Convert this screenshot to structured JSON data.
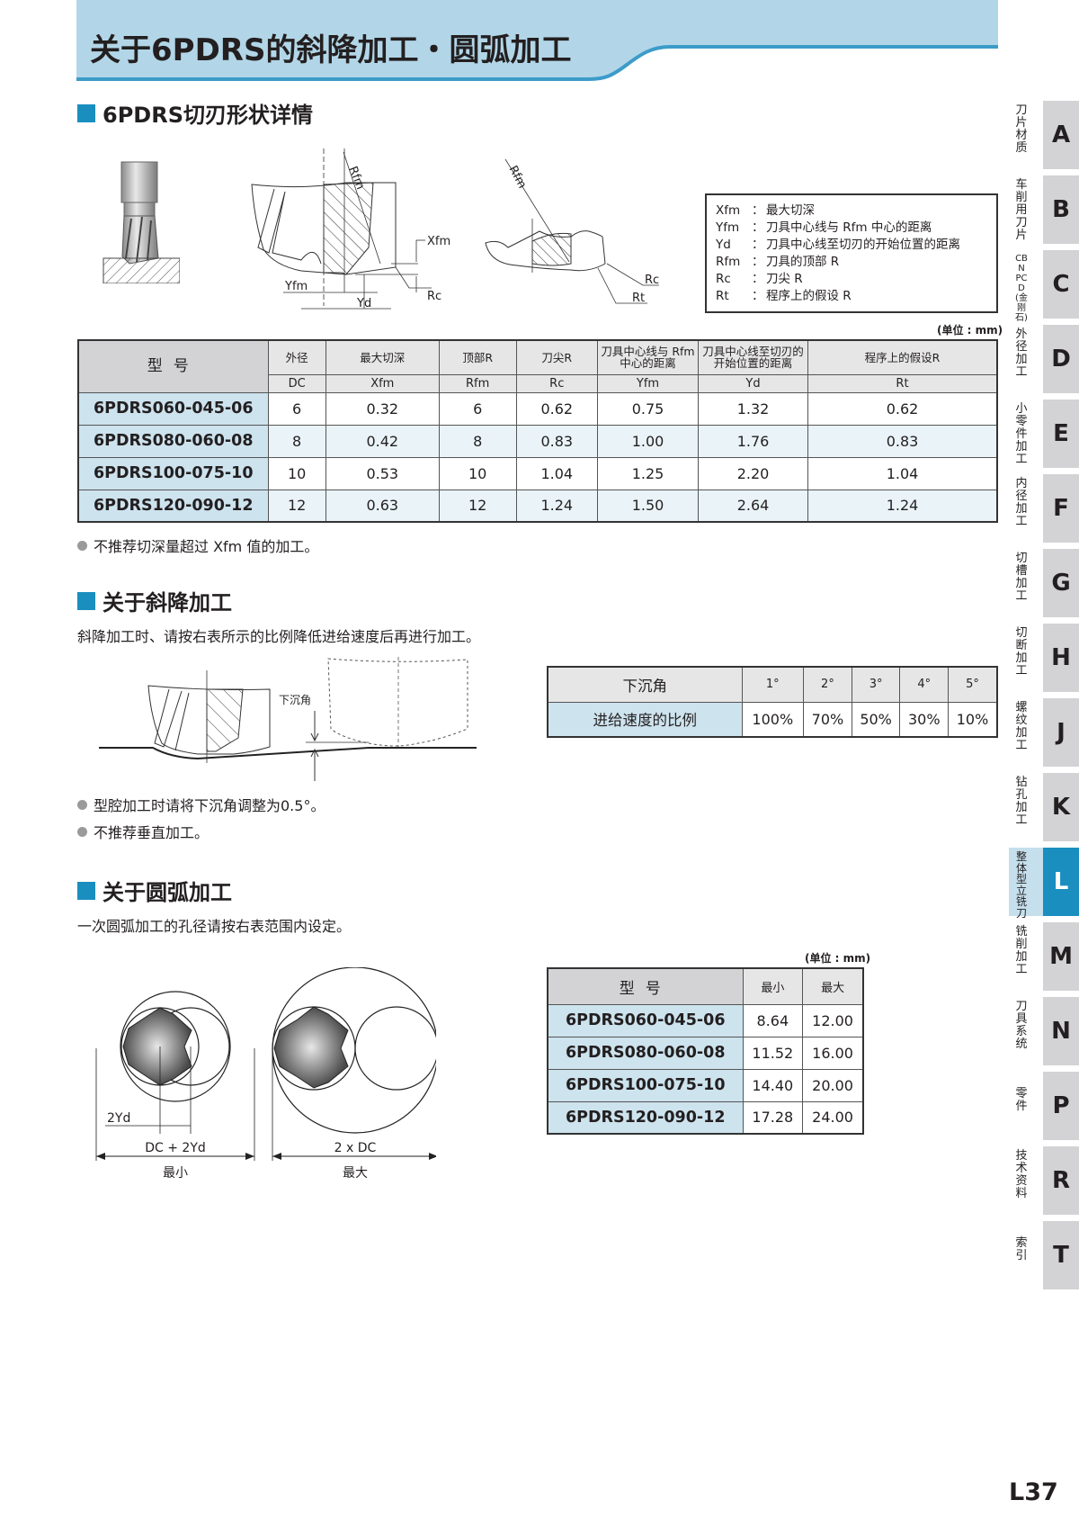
{
  "header": {
    "title": "关于6PDRS的斜降加工・圆弧加工",
    "band_color": "#b2d6e8",
    "accent_color": "#3c9cc9"
  },
  "section1": {
    "heading": "6PDRS切刃形状详情",
    "diagram_labels": {
      "rfm": "Rfm",
      "xfm": "Xfm",
      "yfm": "Yfm",
      "yd": "Yd",
      "rc": "Rc",
      "rfm2": "Rfm",
      "rc2": "Rc",
      "rt": "Rt"
    },
    "legend": [
      {
        "key": "Xfm",
        "sep": "：",
        "desc": "最大切深"
      },
      {
        "key": "Yfm",
        "sep": "：",
        "desc": "刀具中心线与 Rfm 中心的距离"
      },
      {
        "key": "Yd",
        "sep": "：",
        "desc": "刀具中心线至切刃的开始位置的距离"
      },
      {
        "key": "Rfm",
        "sep": "：",
        "desc": "刀具的顶部 R"
      },
      {
        "key": "Rc",
        "sep": "：",
        "desc": "刀尖 R"
      },
      {
        "key": "Rt",
        "sep": "：",
        "desc": "程序上的假设 R"
      }
    ],
    "unit": "(单位 : mm)",
    "table": {
      "model_header": "型号",
      "columns": [
        {
          "name": "外径",
          "symbol": "DC"
        },
        {
          "name": "最大切深",
          "symbol": "Xfm"
        },
        {
          "name": "顶部R",
          "symbol": "Rfm"
        },
        {
          "name": "刀尖R",
          "symbol": "Rc"
        },
        {
          "name": "刀具中心线与 Rfm中心的距离",
          "symbol": "Yfm"
        },
        {
          "name": "刀具中心线至切刃的 开始位置的距离",
          "symbol": "Yd"
        },
        {
          "name": "程序上的假设R",
          "symbol": "Rt"
        }
      ],
      "rows": [
        {
          "model": "6PDRS060-045-06",
          "values": [
            "6",
            "0.32",
            "6",
            "0.62",
            "0.75",
            "1.32",
            "0.62"
          ]
        },
        {
          "model": "6PDRS080-060-08",
          "values": [
            "8",
            "0.42",
            "8",
            "0.83",
            "1.00",
            "1.76",
            "0.83"
          ]
        },
        {
          "model": "6PDRS100-075-10",
          "values": [
            "10",
            "0.53",
            "10",
            "1.04",
            "1.25",
            "2.20",
            "1.04"
          ]
        },
        {
          "model": "6PDRS120-090-12",
          "values": [
            "12",
            "0.63",
            "12",
            "1.24",
            "1.50",
            "2.64",
            "1.24"
          ]
        }
      ]
    },
    "note": "不推荐切深量超过 Xfm 值的加工。"
  },
  "section2": {
    "heading": "关于斜降加工",
    "description": "斜降加工时、请按右表所示的比例降低进给速度后再进行加工。",
    "diagram_label": "下沉角",
    "table": {
      "header_label": "下沉角",
      "angles": [
        "1°",
        "2°",
        "3°",
        "4°",
        "5°"
      ],
      "row_label": "进给速度的比例",
      "ratios": [
        "100%",
        "70%",
        "50%",
        "30%",
        "10%"
      ]
    },
    "bullets": [
      "型腔加工时请将下沉角调整为0.5°。",
      "不推荐垂直加工。"
    ]
  },
  "section3": {
    "heading": "关于圆弧加工",
    "description": "一次圆弧加工的孔径请按右表范围内设定。",
    "diagram": {
      "min_dim1": "2Yd",
      "min_dim2": "DC + 2Yd",
      "min_caption": "最小",
      "max_dim": "2 x DC",
      "max_caption": "最大"
    },
    "unit": "(单位 : mm)",
    "table": {
      "model_header": "型号",
      "col_min": "最小",
      "col_max": "最大",
      "rows": [
        {
          "model": "6PDRS060-045-06",
          "min": "8.64",
          "max": "12.00"
        },
        {
          "model": "6PDRS080-060-08",
          "min": "11.52",
          "max": "16.00"
        },
        {
          "model": "6PDRS100-075-10",
          "min": "14.40",
          "max": "20.00"
        },
        {
          "model": "6PDRS120-090-12",
          "min": "17.28",
          "max": "24.00"
        }
      ]
    }
  },
  "side_nav": {
    "active_color": "#1a8fbf",
    "tabs": [
      {
        "letter": "A",
        "label": "刀片材质"
      },
      {
        "letter": "B",
        "label": "车削用刀片"
      },
      {
        "letter": "C",
        "label": "CBN PCD(金刚石)"
      },
      {
        "letter": "D",
        "label": "外径加工"
      },
      {
        "letter": "E",
        "label": "小零件加工"
      },
      {
        "letter": "F",
        "label": "内径加工"
      },
      {
        "letter": "G",
        "label": "切槽加工"
      },
      {
        "letter": "H",
        "label": "切断加工"
      },
      {
        "letter": "J",
        "label": "螺纹加工"
      },
      {
        "letter": "K",
        "label": "钻孔加工"
      },
      {
        "letter": "L",
        "label": "整体型立铣刀",
        "active": true
      },
      {
        "letter": "M",
        "label": "铣削加工"
      },
      {
        "letter": "N",
        "label": "刀具系统"
      },
      {
        "letter": "P",
        "label": "零件"
      },
      {
        "letter": "R",
        "label": "技术资料"
      },
      {
        "letter": "T",
        "label": "索引"
      }
    ]
  },
  "page_number": "L37"
}
